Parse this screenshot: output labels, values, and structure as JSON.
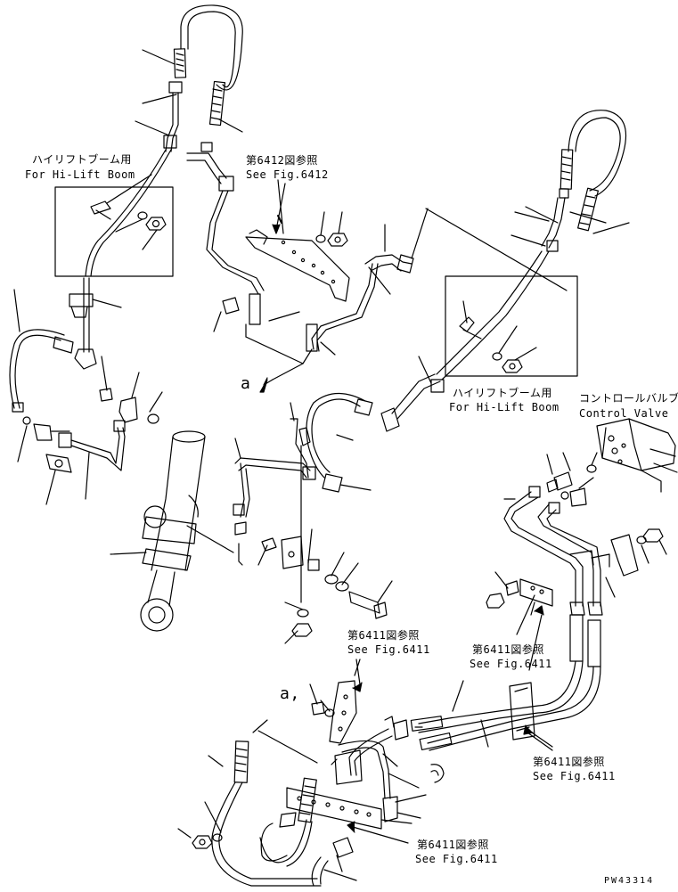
{
  "labels": {
    "hilift_jp_top": "ハイリフトブーム用",
    "hilift_en_top": "For Hi-Lift Boom",
    "fig6412_jp": "第6412図参照",
    "fig6412_en": "See Fig.6412",
    "hilift_jp_mid": "ハイリフトブーム用",
    "hilift_en_mid": "For Hi-Lift Boom",
    "control_valve_jp": "コントロールバルブ",
    "control_valve_en": "Control Valve",
    "view_a": "a",
    "fig6411a_jp": "第6411図参照",
    "fig6411a_en": "See Fig.6411",
    "fig6411b_jp": "第6411図参照",
    "fig6411b_en": "See Fig.6411",
    "view_a_prime": "a,",
    "fig6411c_jp": "第6411図参照",
    "fig6411c_en": "See Fig.6411",
    "fig6411d_jp": "第6411図参照",
    "fig6411d_en": "See Fig.6411",
    "drawing_code": "PW43314"
  }
}
